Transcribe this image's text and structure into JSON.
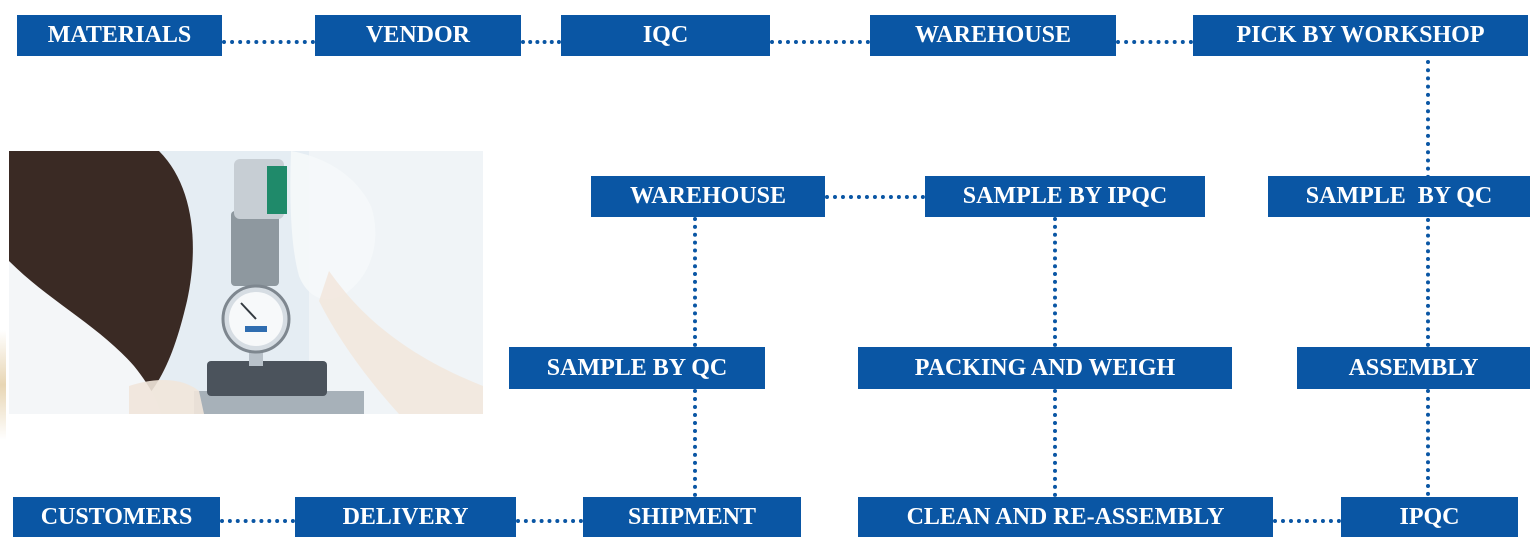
{
  "flow": {
    "row1": {
      "materials": "MATERIALS",
      "vendor": "VENDOR",
      "iqc": "IQC",
      "warehouse": "WAREHOUSE",
      "pick_by_workshop": "PICK BY WORKSHOP"
    },
    "row2": {
      "warehouse": "WAREHOUSE",
      "sample_by_ipqc": "SAMPLE BY IPQC",
      "sample_by_qc": "SAMPLE  BY QC"
    },
    "row3": {
      "sample_by_qc": "SAMPLE BY QC",
      "packing_and_weigh": "PACKING AND WEIGH",
      "assembly": "ASSEMBLY"
    },
    "row4": {
      "customers": "CUSTOMERS",
      "delivery": "DELIVERY",
      "shipment": "SHIPMENT",
      "clean_and_reassembly": "CLEAN AND RE-ASSEMBLY",
      "ipqc": "IPQC"
    }
  },
  "colors": {
    "box": "#0a56a4",
    "text": "#ffffff",
    "connector": "#0a56a4"
  },
  "photo": {
    "subject": "quality inspector using durometer hardness tester"
  }
}
